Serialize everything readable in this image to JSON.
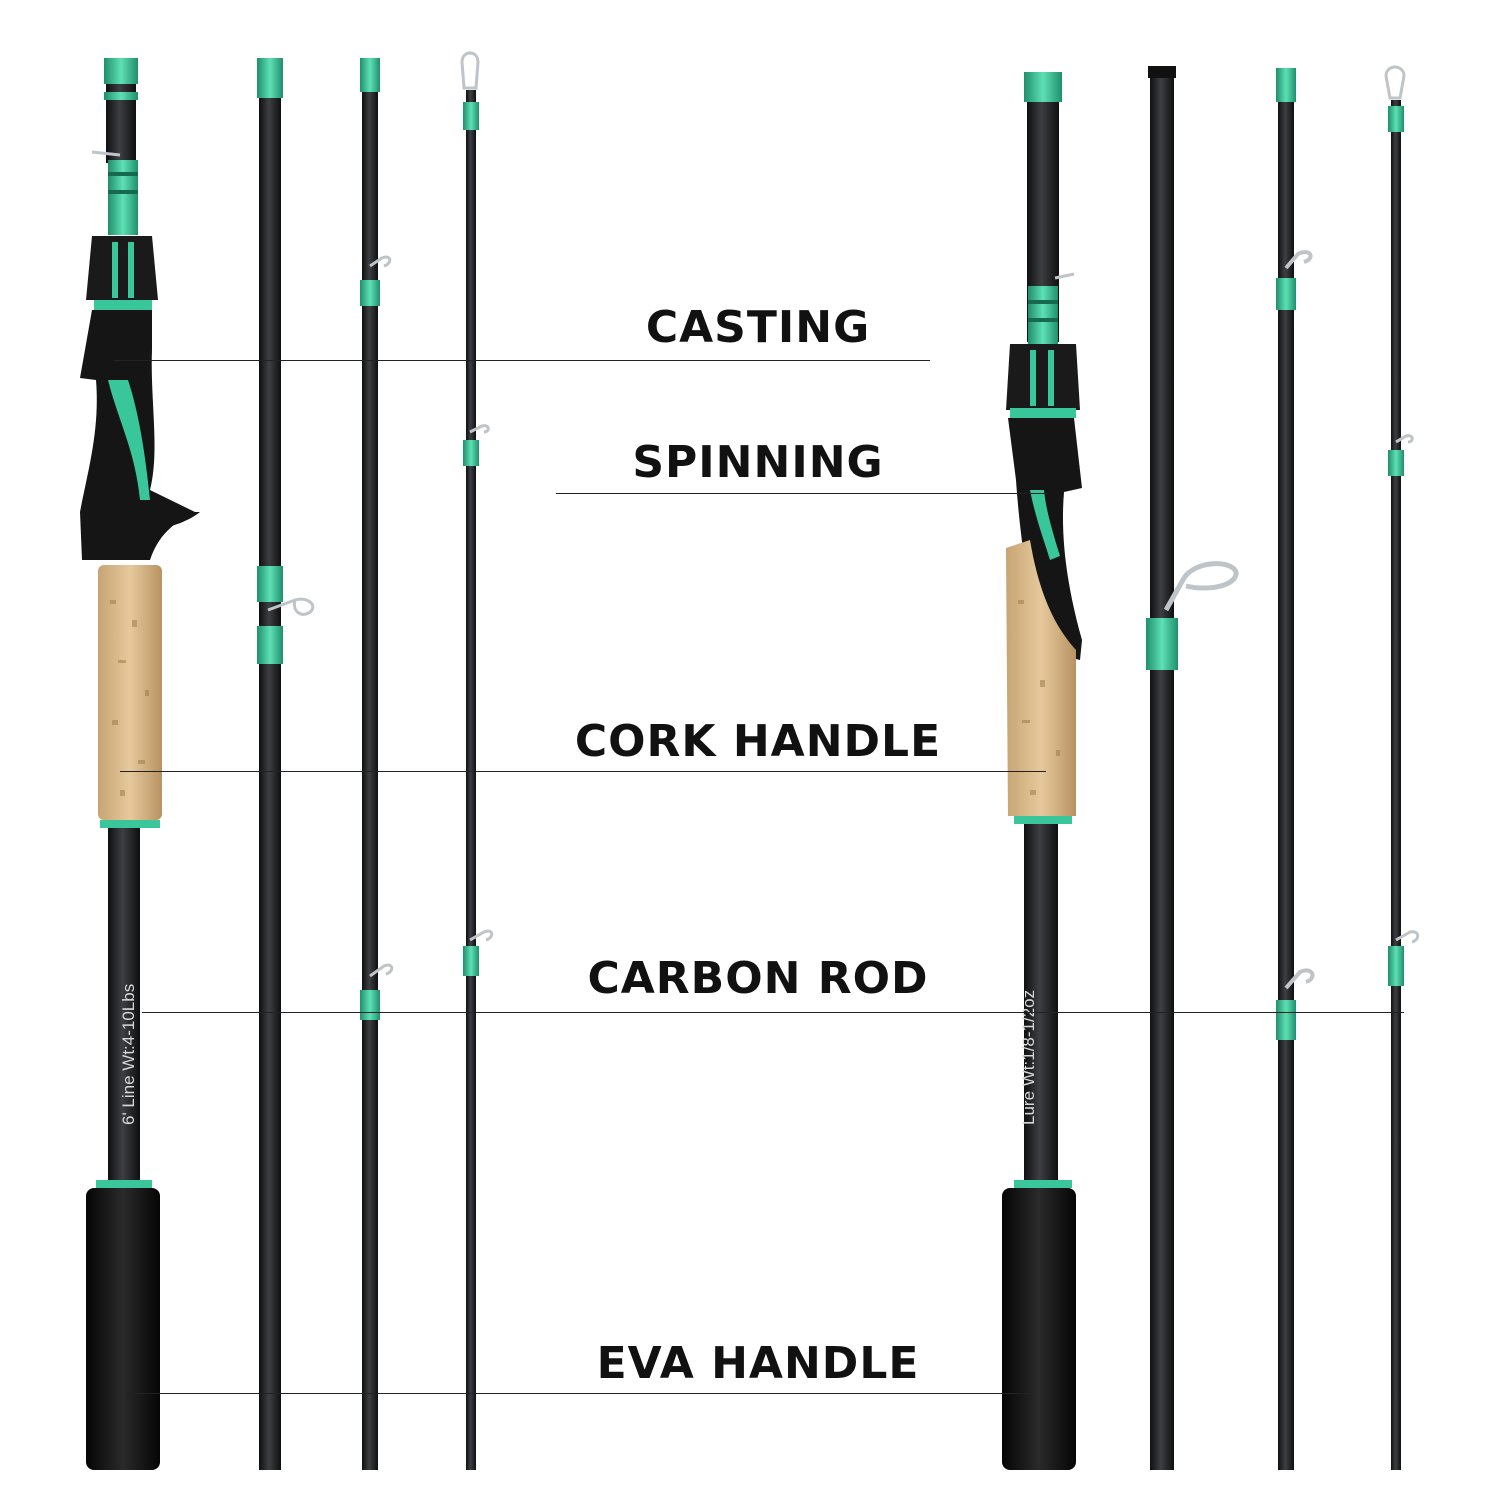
{
  "colors": {
    "blank": "#1b1c1e",
    "blank_edge": "#3a3b3e",
    "accent": "#39c69a",
    "accent_dark": "#1f8f6c",
    "cork": "#d9b98a",
    "cork_dark": "#b89262",
    "eva": "#141414",
    "guide": "#bfc4c8"
  },
  "callouts": {
    "casting": "CASTING",
    "spinning": "SPINNING",
    "cork_handle": "CORK HANDLE",
    "carbon_rod": "CARBON ROD",
    "eva_handle": "EVA HANDLE"
  },
  "rod_text": {
    "casting_butt": "6' Line  Wt:4-10Lbs",
    "spinning_butt": "Lure  Wt:1/8-1/2oz"
  }
}
